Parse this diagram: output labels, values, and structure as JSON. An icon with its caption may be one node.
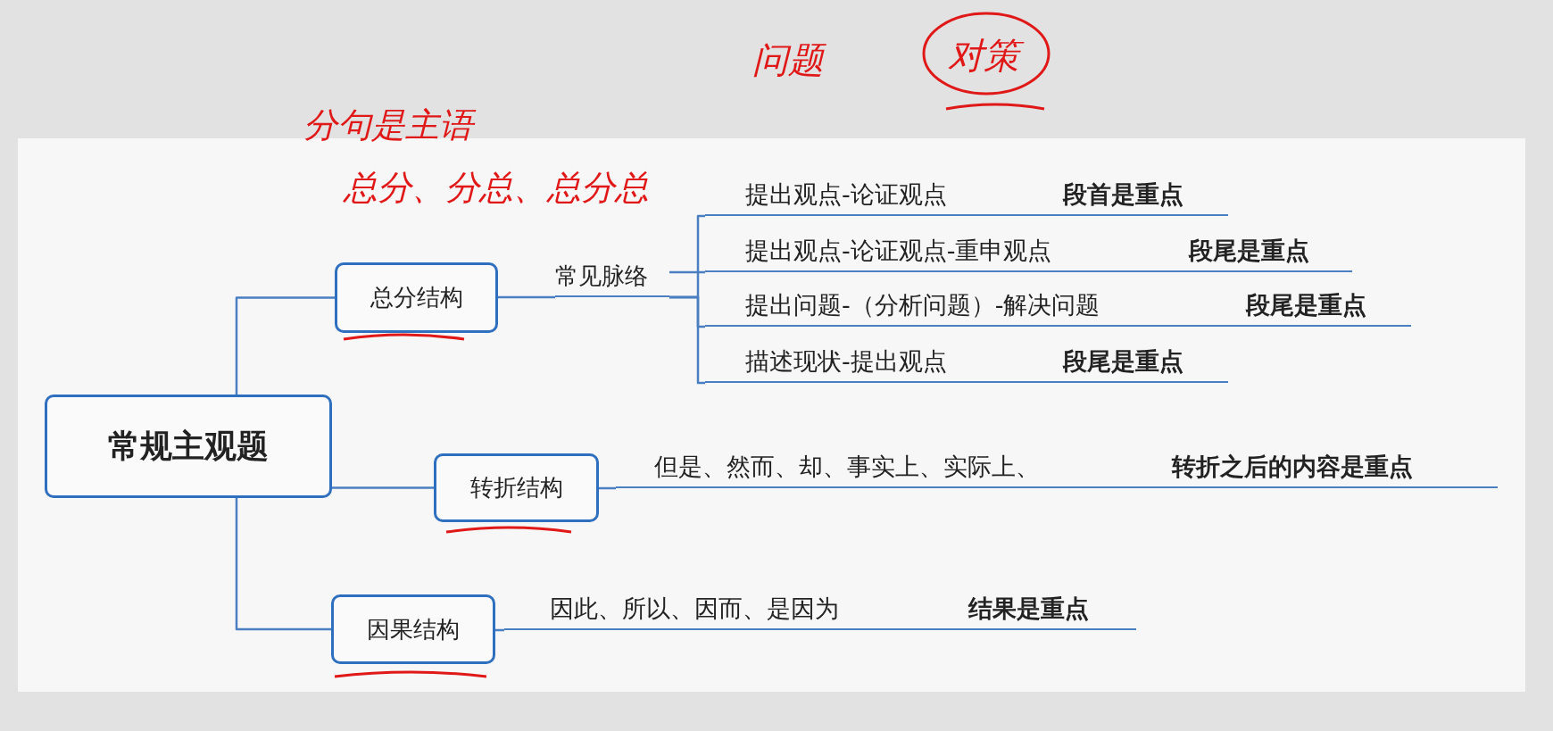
{
  "diagram": {
    "nodes": [
      {
        "text": [
          "常规主观题"
        ]
      },
      {
        "text": [
          "总分结构"
        ]
      },
      {
        "text": [
          "转折结构"
        ]
      },
      {
        "text": [
          "因果结构"
        ]
      },
      {
        "text": [
          "常见脉络"
        ]
      },
      {
        "text": [
          "提出观点-论证观点",
          "段首是重点"
        ]
      },
      {
        "text": [
          "提出观点-论证观点-重申观点",
          "段尾是重点"
        ]
      },
      {
        "text": [
          "提出问题-（分析问题）-解决问题",
          "段尾是重点"
        ]
      },
      {
        "text": [
          "描述现状-提出观点",
          "段尾是重点"
        ]
      },
      {
        "text": [
          "但是、然而、却、事实上、实际上、",
          "转折之后的内容是重点"
        ]
      },
      {
        "text": [
          "因此、所以、因而、是因为",
          "结果是重点"
        ]
      }
    ],
    "edges": [
      {
        "from": 0,
        "to": 1,
        "arrow": "none"
      },
      {
        "from": 0,
        "to": 2,
        "arrow": "none"
      },
      {
        "from": 0,
        "to": 3,
        "arrow": "none"
      },
      {
        "from": 1,
        "to": 4,
        "arrow": "none"
      },
      {
        "from": 4,
        "to": 5,
        "arrow": "none"
      },
      {
        "from": 4,
        "to": 6,
        "arrow": "none"
      },
      {
        "from": 4,
        "to": 7,
        "arrow": "none"
      },
      {
        "from": 4,
        "to": 8,
        "arrow": "none"
      },
      {
        "from": 2,
        "to": 9,
        "arrow": "none"
      },
      {
        "from": 3,
        "to": 10,
        "arrow": "none"
      }
    ],
    "labels": [
      "问题",
      "对策",
      "分句是主语",
      "总分、分总、总分总"
    ]
  }
}
